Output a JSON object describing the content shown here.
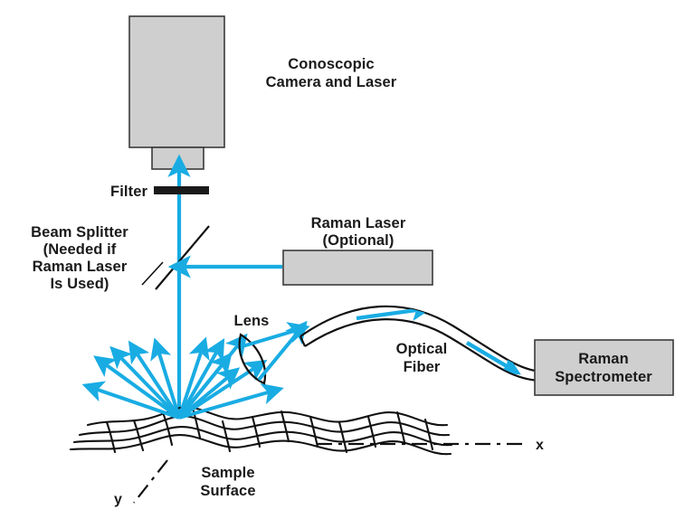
{
  "diagram": {
    "title": "Conoscopic Camera and Raman Spectroscopy Measurement Setup",
    "colors": {
      "beam_blue": "#19ace3",
      "box_gray": "#cfcfcf",
      "box_stroke": "#3a3a3a",
      "ink_black": "#111111",
      "text_black": "#1a1a1a",
      "background": "#ffffff"
    }
  },
  "labels": {
    "conoscopic_line1": "Conoscopic",
    "conoscopic_line2": "Camera and Laser",
    "filter": "Filter",
    "raman_laser_line1": "Raman Laser",
    "raman_laser_line2": "(Optional)",
    "beam_splitter_line1": "Beam Splitter",
    "beam_splitter_line2": "(Needed if",
    "beam_splitter_line3": "Raman Laser",
    "beam_splitter_line4": "Is Used)",
    "lens": "Lens",
    "optical_fiber_line1": "Optical",
    "optical_fiber_line2": "Fiber",
    "raman_spectrometer_line1": "Raman",
    "raman_spectrometer_line2": "Spectrometer",
    "sample_surface_line1": "Sample",
    "sample_surface_line2": "Surface",
    "axis_x": "x",
    "axis_y": "y"
  },
  "components": [
    {
      "id": "conoscopic-camera-body",
      "kind": "rect-gray",
      "label": "Conoscopic Camera and Laser"
    },
    {
      "id": "conoscopic-camera-snout",
      "kind": "rect-gray",
      "label": ""
    },
    {
      "id": "filter-bar",
      "kind": "bar-black",
      "label": "Filter"
    },
    {
      "id": "beam-splitter",
      "kind": "diagonal-line",
      "label": "Beam Splitter (Needed if Raman Laser Is Used)"
    },
    {
      "id": "raman-laser-box",
      "kind": "rect-gray",
      "label": "Raman Laser (Optional)"
    },
    {
      "id": "lens",
      "kind": "biconvex-lens",
      "label": "Lens"
    },
    {
      "id": "optical-fiber",
      "kind": "curved-tube",
      "label": "Optical Fiber"
    },
    {
      "id": "raman-spectrometer-box",
      "kind": "rect-gray",
      "label": "Raman Spectrometer"
    },
    {
      "id": "sample-surface",
      "kind": "wavy-mesh",
      "label": "Sample Surface"
    },
    {
      "id": "axis-x",
      "kind": "dash-dot-line",
      "label": "x"
    },
    {
      "id": "axis-y",
      "kind": "dash-dot-line",
      "label": "y"
    }
  ],
  "beams": {
    "vertical_up_description": "Collected light travels up from sample through beam splitter and filter into camera",
    "raman_in_description": "Raman laser beam travels left into beam splitter",
    "scatter_count": 13,
    "fiber_arrow_count": 2
  }
}
